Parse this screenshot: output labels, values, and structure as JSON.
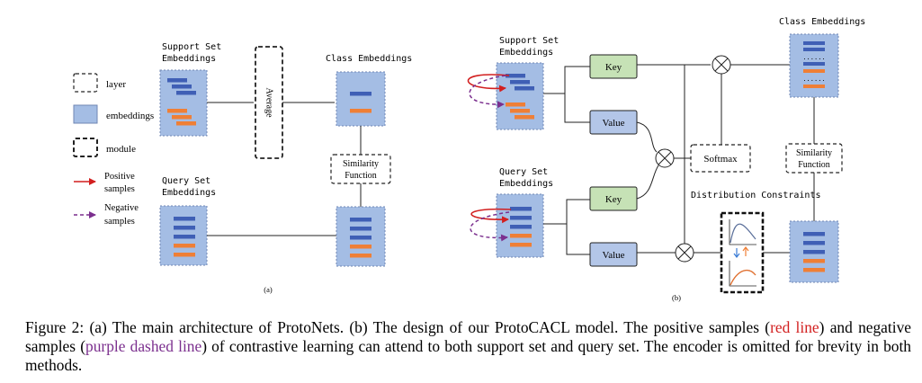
{
  "panel_a": {
    "label": "(a)",
    "legend": {
      "layer": "layer",
      "embeddings": "embeddings",
      "module": "module",
      "positive_line1": "Positive",
      "positive_line2": "samples",
      "negative_line1": "Negative",
      "negative_line2": "samples"
    },
    "support_title_1": "Support Set",
    "support_title_2": "Embeddings",
    "query_title_1": "Query Set",
    "query_title_2": "Embeddings",
    "average_label": "Average",
    "class_embeddings_title": "Class Embeddings",
    "similarity_line1": "Similarity",
    "similarity_line2": "Function"
  },
  "panel_b": {
    "label": "(b)",
    "support_title_1": "Support Set",
    "support_title_2": "Embeddings",
    "query_title_1": "Query Set",
    "query_title_2": "Embeddings",
    "key_label": "Key",
    "value_label": "Value",
    "softmax_label": "Softmax",
    "class_embeddings_title": "Class Embeddings",
    "similarity_line1": "Similarity",
    "similarity_line2": "Function",
    "distribution_title": "Distribution Constraints",
    "dots": "......"
  },
  "caption": {
    "part1": "Figure 2: (a) The main architecture of ProtoNets. (b) The design of our ProtoCACL model. The positive samples (",
    "red_text": "red line",
    "part2": ") and negative samples (",
    "purple_text": "purple dashed line",
    "part3": ") of contrastive learning can attend to both support set and query set. The encoder is omitted for brevity in both methods."
  },
  "colors": {
    "embed_fill": "#a4bde4",
    "blue_bar": "#3f5fb5",
    "orange_bar": "#ef7f36",
    "green_box": "#c6e2b6",
    "blue_box": "#b3c6e8",
    "positive_line": "#d21f1f",
    "negative_line": "#7b2f8e"
  }
}
